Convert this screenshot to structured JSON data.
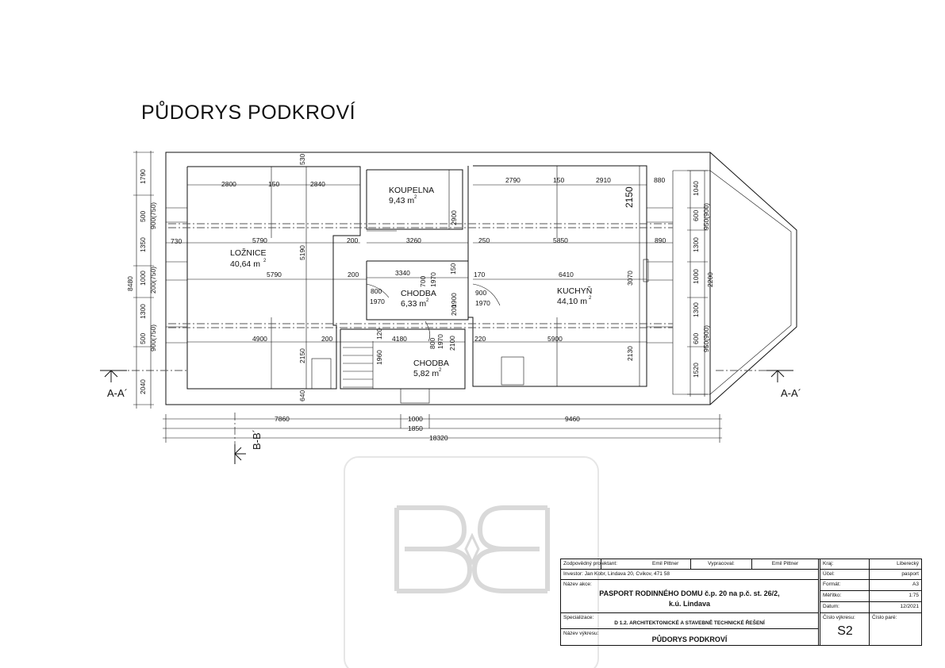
{
  "title": "PŮDORYS PODKROVÍ",
  "rooms": [
    {
      "name": "LOŽNICE",
      "area": "40,64 m"
    },
    {
      "name": "KOUPELNA",
      "area": "9,43 m"
    },
    {
      "name": "CHODBA",
      "area": "6,33 m"
    },
    {
      "name": "KUCHYŇ",
      "area": "44,10 m"
    },
    {
      "name": "CHODBA",
      "area": "5,82 m"
    }
  ],
  "area_superscript": "2",
  "dims": {
    "d2800": "2800",
    "d150a": "150",
    "d2840": "2840",
    "d530": "530",
    "d2790": "2790",
    "d150b": "150",
    "d2910": "2910",
    "d2150r": "2150",
    "d880": "880",
    "d730": "730",
    "d5790a": "5790",
    "d200a": "200",
    "d3260": "3260",
    "d250": "250",
    "d5850": "5850",
    "d890": "890",
    "d5190": "5190",
    "d2900": "2900",
    "d5790b": "5790",
    "d200b": "200",
    "d3340": "3340",
    "d170": "170",
    "d6410": "6410",
    "d3070": "3070",
    "d700": "700",
    "d1970a": "1970",
    "d150c": "150",
    "d800a": "800",
    "d1970b": "1970",
    "d900": "900",
    "d1970c": "1970",
    "d1900": "1900",
    "d200c": "200",
    "d4900": "4900",
    "d200d": "200",
    "d120": "120",
    "d4180": "4180",
    "d800b": "800",
    "d1970d": "1970",
    "d2100": "2100",
    "d220": "220",
    "d5900": "5900",
    "d2150l": "2150",
    "d1960": "1960",
    "d2130": "2130",
    "d640": "640",
    "d7860": "7860",
    "d1000b": "1000",
    "d9460": "9460",
    "d1850": "1850",
    "d18320": "18320",
    "l1790": "1790",
    "l8480": "8480",
    "l500a": "500",
    "l900a": "900(750)",
    "l1350": "1350",
    "l1000": "1000",
    "l200": "200(750)",
    "l1300": "1300",
    "l500b": "500",
    "l900b": "900(750)",
    "l2040": "2040",
    "r1040": "1040",
    "r600a": "600",
    "r950a": "950(900)",
    "r1300a": "1300",
    "r1000": "1000",
    "r2200": "2200",
    "r1300b": "1300",
    "r600b": "600",
    "r950b": "950(900)",
    "r1520": "1520"
  },
  "sections": {
    "aa_left": "A-A´",
    "aa_right": "A-A´",
    "bb": "B-B´"
  },
  "title_block": {
    "resp_label": "Zodpovědný projektant:",
    "resp_value": "Emil Pittner",
    "prepared_label": "Vypracoval:",
    "prepared_value": "Emil Pittner",
    "region_label": "Kraj:",
    "region_value": "Liberecký",
    "investor": "Investor: Jan Kobr, Lindava 20, Cvikov, 471 58",
    "purpose_label": "Účel:",
    "purpose_value": "pasport",
    "action_label": "Název akce:",
    "action_line1": "PASPORT RODINNÉHO DOMU č.p. 20 na p.č. st. 26/2,",
    "action_line2": "k.ú. Lindava",
    "format_label": "Formát:",
    "format_value": "A3",
    "scale_label": "Měřítko:",
    "scale_value": "1:75",
    "date_label": "Datum:",
    "date_value": "12/2021",
    "spec_label": "Specializace:",
    "spec_value": "D 1.2. ARCHITEKTONICKÉ A STAVEBNĚ TECHNICKÉ ŘEŠENÍ",
    "drawing_no_label": "Číslo výkresu:",
    "drawing_no": "S2",
    "sheet_no_label": "Číslo paré:",
    "drawing_name_label": "Název výkresu:",
    "drawing_name": "PŮDORYS PODKROVÍ"
  }
}
